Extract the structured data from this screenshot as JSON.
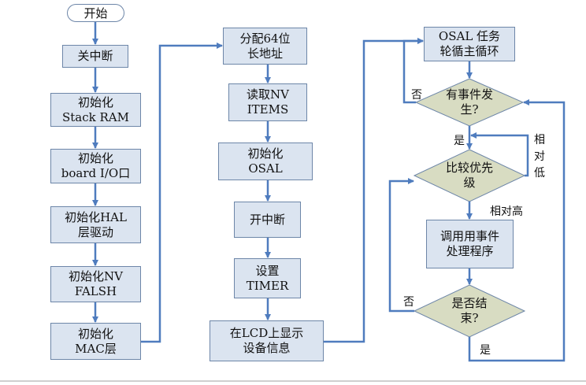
{
  "diagram": {
    "start": "开始",
    "col1": [
      [
        "关中断"
      ],
      [
        "初始化",
        "Stack RAM"
      ],
      [
        "初始化",
        "board I/O口"
      ],
      [
        "初始化HAL",
        "层驱动"
      ],
      [
        "初始化NV",
        "FALSH"
      ],
      [
        "初始化",
        "MAC层"
      ]
    ],
    "col2": [
      [
        "分配64位",
        "长地址"
      ],
      [
        "读取NV",
        "ITEMS"
      ],
      [
        "初始化",
        "OSAL"
      ],
      [
        "开中断"
      ],
      [
        "设置",
        "TIMER"
      ],
      [
        "在LCD上显示",
        "设备信息"
      ]
    ],
    "col3": {
      "loop": [
        "OSAL 任务",
        "轮循主循环"
      ],
      "d_event": [
        "有事件发",
        "生?"
      ],
      "d_priority": [
        "比较优先",
        "级"
      ],
      "call": [
        "调用用事件",
        "处理程序"
      ],
      "d_done": [
        "是否结",
        "束?"
      ]
    },
    "labels": {
      "no1": "否",
      "yes1": "是",
      "lower": [
        "相",
        "对",
        "低"
      ],
      "higher": "相对高",
      "no2": "否",
      "yes2": "是"
    },
    "colors": {
      "box_fill": "#dbe4f0",
      "decision_fill": "#d8dcc2",
      "stroke": "#6d86a8",
      "arrow": "#4f7cbe"
    }
  }
}
